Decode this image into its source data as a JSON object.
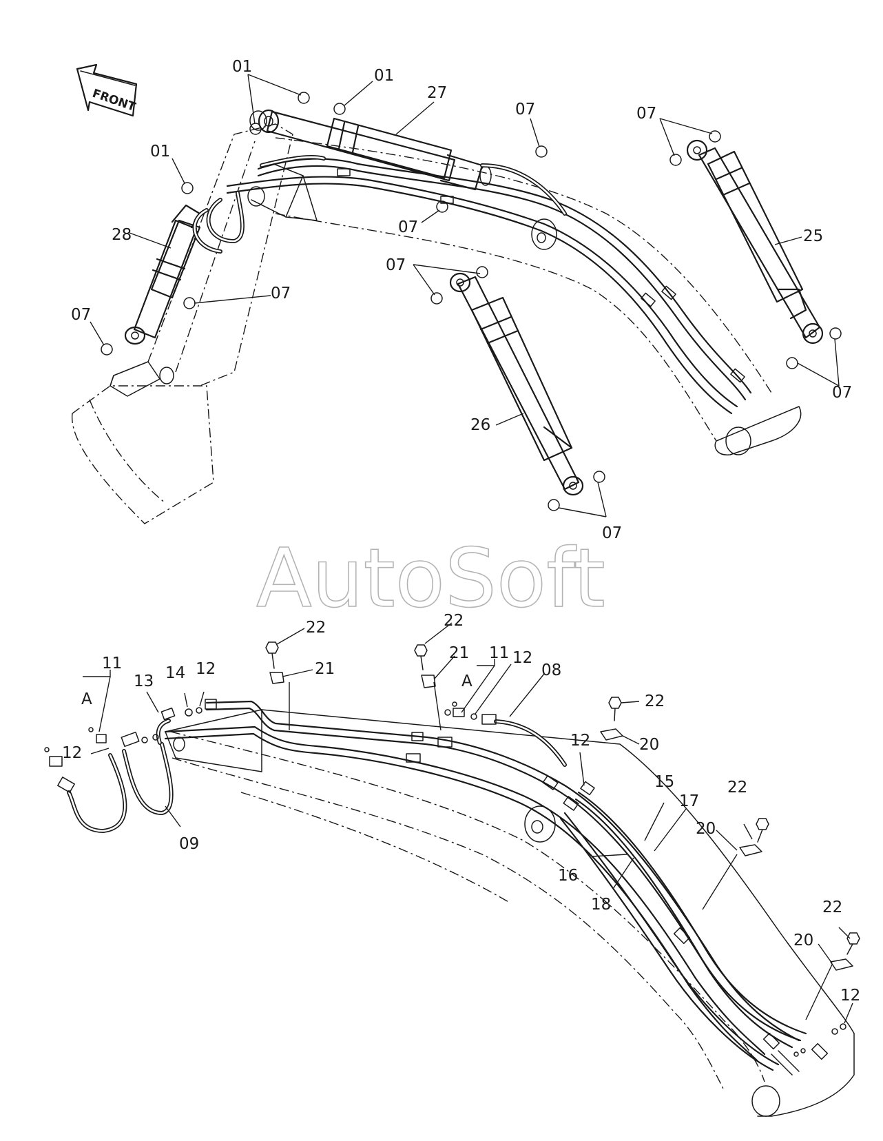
{
  "direction_label": "FRONT",
  "watermark": "AutoSoft",
  "callouts": {
    "upper": [
      {
        "id": "u01a",
        "text": "01"
      },
      {
        "id": "u01b",
        "text": "01"
      },
      {
        "id": "u01c",
        "text": "01"
      },
      {
        "id": "u27",
        "text": "27"
      },
      {
        "id": "u07a",
        "text": "07"
      },
      {
        "id": "u07b",
        "text": "07"
      },
      {
        "id": "u07c",
        "text": "07"
      },
      {
        "id": "u07d",
        "text": "07"
      },
      {
        "id": "u07e",
        "text": "07"
      },
      {
        "id": "u07f",
        "text": "07"
      },
      {
        "id": "u07g",
        "text": "07"
      },
      {
        "id": "u07h",
        "text": "07"
      },
      {
        "id": "u28",
        "text": "28"
      },
      {
        "id": "u25",
        "text": "25"
      },
      {
        "id": "u26",
        "text": "26"
      }
    ],
    "lower": [
      {
        "id": "l22a",
        "text": "22"
      },
      {
        "id": "l21a",
        "text": "21"
      },
      {
        "id": "l22b",
        "text": "22"
      },
      {
        "id": "l21b",
        "text": "21"
      },
      {
        "id": "l11a",
        "text": "11"
      },
      {
        "id": "l12a",
        "text": "12"
      },
      {
        "id": "l08",
        "text": "08"
      },
      {
        "id": "lAa",
        "text": "A"
      },
      {
        "id": "l11b",
        "text": "11"
      },
      {
        "id": "lAb",
        "text": "A"
      },
      {
        "id": "l13",
        "text": "13"
      },
      {
        "id": "l14",
        "text": "14"
      },
      {
        "id": "l12b",
        "text": "12"
      },
      {
        "id": "l12c",
        "text": "12"
      },
      {
        "id": "l09",
        "text": "09"
      },
      {
        "id": "l22c",
        "text": "22"
      },
      {
        "id": "l20a",
        "text": "20"
      },
      {
        "id": "l12d",
        "text": "12"
      },
      {
        "id": "l15",
        "text": "15"
      },
      {
        "id": "l17",
        "text": "17"
      },
      {
        "id": "l22d",
        "text": "22"
      },
      {
        "id": "l20b",
        "text": "20"
      },
      {
        "id": "l16",
        "text": "16"
      },
      {
        "id": "l18",
        "text": "18"
      },
      {
        "id": "l22e",
        "text": "22"
      },
      {
        "id": "l20c",
        "text": "20"
      },
      {
        "id": "l12e",
        "text": "12"
      }
    ]
  }
}
